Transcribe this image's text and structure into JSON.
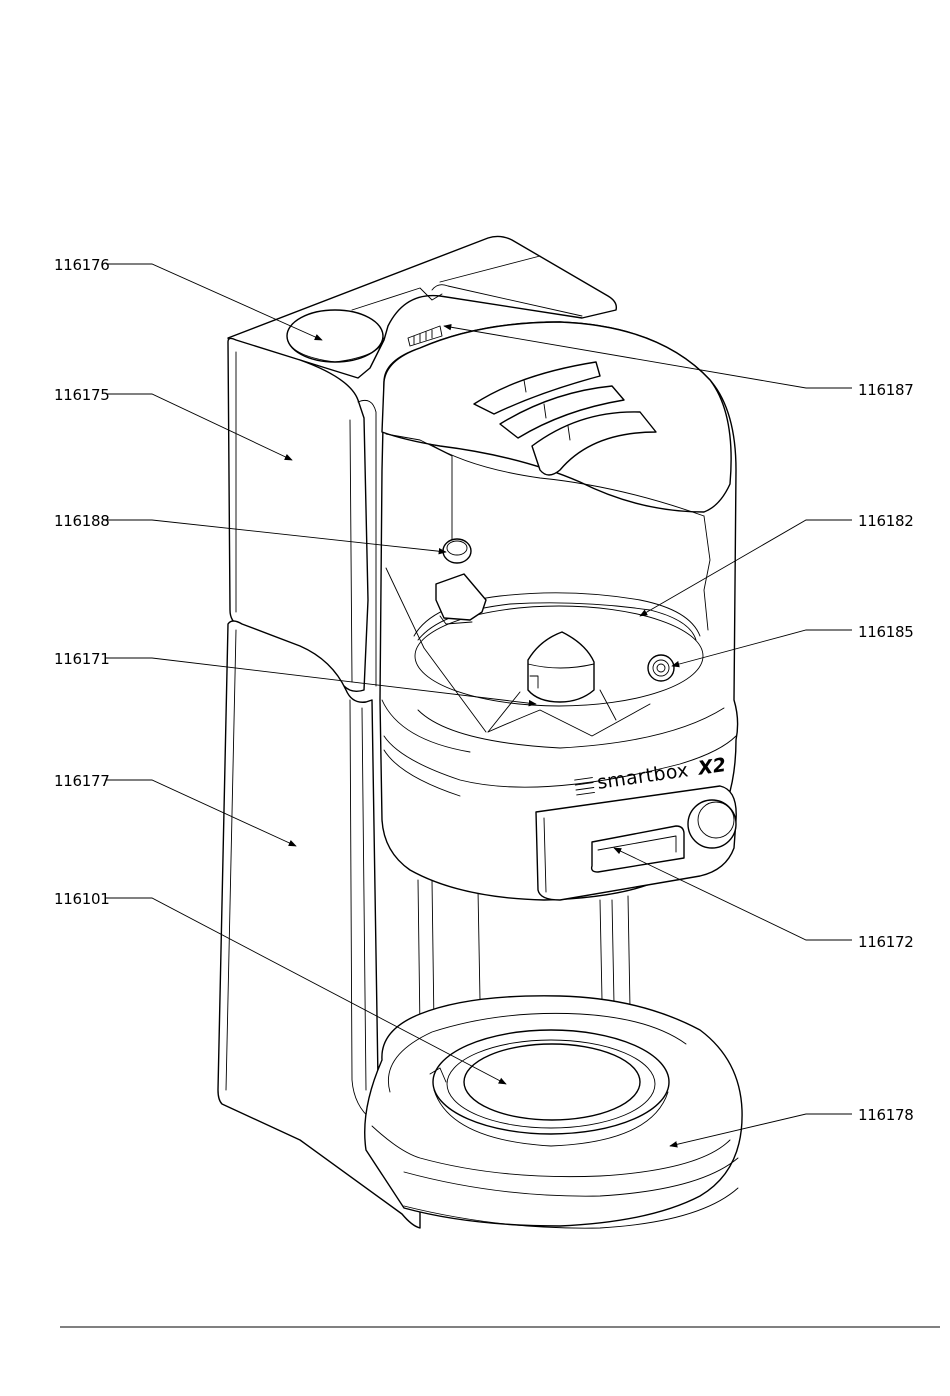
{
  "brand": {
    "name": "smartbox",
    "model": "X2"
  },
  "parts": [
    {
      "id": "p116176",
      "number": "116176",
      "side": "left"
    },
    {
      "id": "p116175",
      "number": "116175",
      "side": "left"
    },
    {
      "id": "p116188",
      "number": "116188",
      "side": "left"
    },
    {
      "id": "p116171",
      "number": "116171",
      "side": "left"
    },
    {
      "id": "p116177",
      "number": "116177",
      "side": "left"
    },
    {
      "id": "p116101",
      "number": "116101",
      "side": "left"
    },
    {
      "id": "p116187",
      "number": "116187",
      "side": "right"
    },
    {
      "id": "p116182",
      "number": "116182",
      "side": "right"
    },
    {
      "id": "p116185",
      "number": "116185",
      "side": "right"
    },
    {
      "id": "p116172",
      "number": "116172",
      "side": "right"
    },
    {
      "id": "p116178",
      "number": "116178",
      "side": "right"
    }
  ]
}
